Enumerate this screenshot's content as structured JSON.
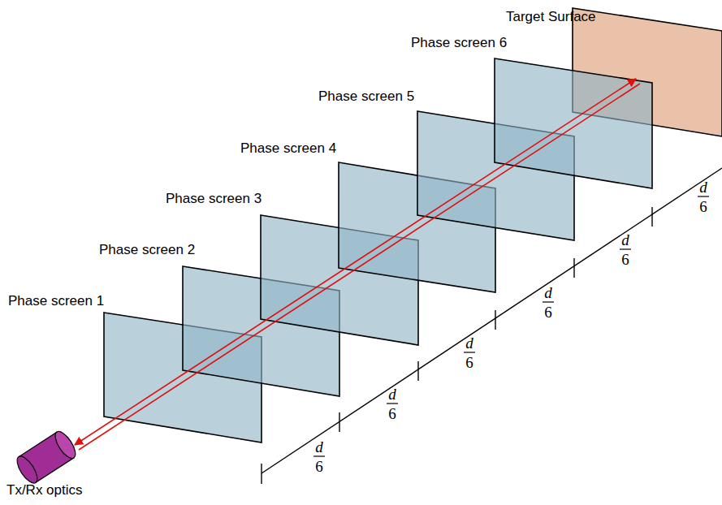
{
  "diagram": {
    "labels": [
      "Target Surface",
      "Phase screen 6",
      "Phase screen 5",
      "Phase screen 4",
      "Phase screen 3",
      "Phase screen 2",
      "Phase screen 1",
      "Tx/Rx optics",
      "d",
      "6",
      "d",
      "6",
      "d",
      "6",
      "d",
      "6",
      "d",
      "6",
      "d",
      "6"
    ]
  }
}
